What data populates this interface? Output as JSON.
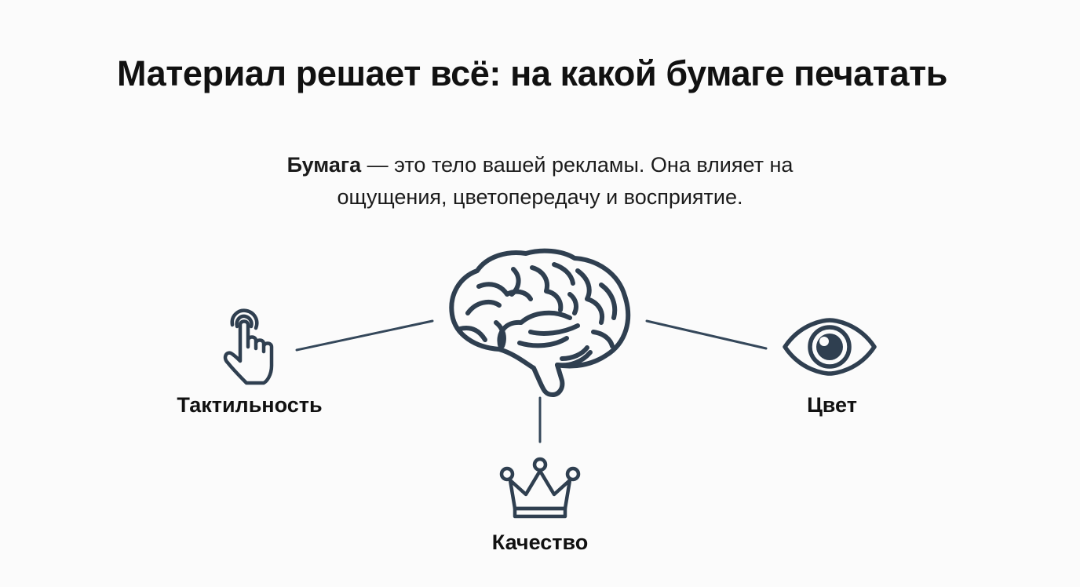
{
  "slide": {
    "title": "Материал решает всё: на какой бумаге печатать",
    "intro": {
      "emphasis": "Бумага",
      "line1_rest": " — это тело вашей рекламы. Она влияет на",
      "line2": "ощущения, цветопередачу и восприятие."
    }
  },
  "diagram": {
    "center": {
      "icon": "brain-icon"
    },
    "nodes": [
      {
        "label": "Тактильность",
        "icon": "hand-pointer-icon"
      },
      {
        "label": "Цвет",
        "icon": "eye-icon"
      },
      {
        "label": "Качество",
        "icon": "crown-icon"
      }
    ],
    "colors": {
      "icon_stroke": "#2f3f50",
      "line": "#34475a",
      "text": "#111111",
      "background": "#fbfbfb"
    }
  }
}
